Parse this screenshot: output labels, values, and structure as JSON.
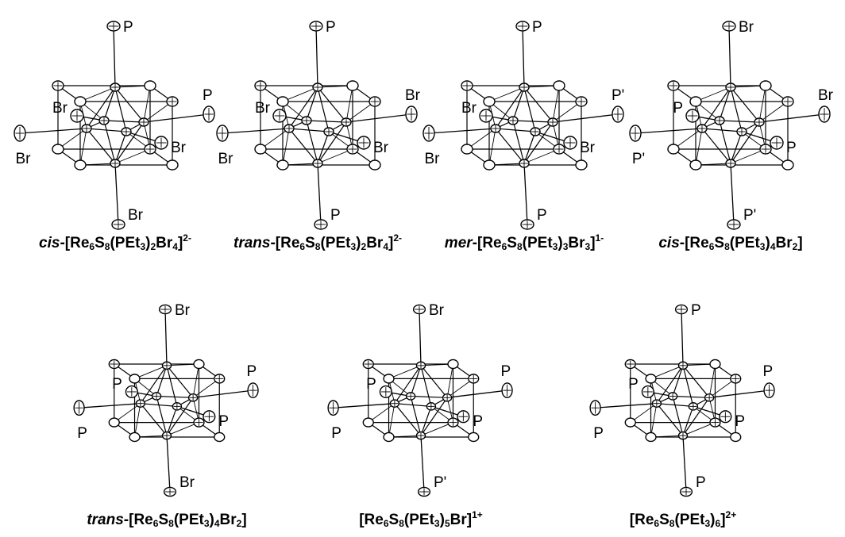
{
  "molecules": [
    {
      "caption": {
        "prefix": "cis",
        "formula": "[Re<sub>6</sub>S<sub>8</sub>(PEt<sub>3</sub>)<sub>2</sub>Br<sub>4</sub>]<sup>2-</sup>"
      },
      "labels": {
        "top": "P",
        "bottom": "Br",
        "leftInner": "Br",
        "leftOuter": "Br",
        "rightInner": "P",
        "rightOuter": "Br"
      }
    },
    {
      "caption": {
        "prefix": "trans",
        "formula": "[Re<sub>6</sub>S<sub>8</sub>(PEt<sub>3</sub>)<sub>2</sub>Br<sub>4</sub>]<sup>2-</sup>"
      },
      "labels": {
        "top": "P",
        "bottom": "P",
        "leftInner": "Br",
        "leftOuter": "Br",
        "rightInner": "Br",
        "rightOuter": "Br"
      }
    },
    {
      "caption": {
        "prefix": "mer",
        "formula": "[Re<sub>6</sub>S<sub>8</sub>(PEt<sub>3</sub>)<sub>3</sub>Br<sub>3</sub>]<sup>1-</sup>"
      },
      "labels": {
        "top": "P",
        "bottom": "P",
        "leftInner": "Br",
        "leftOuter": "Br",
        "rightInner": "P'",
        "rightOuter": "Br"
      }
    },
    {
      "caption": {
        "prefix": "cis",
        "formula": "[Re<sub>6</sub>S<sub>8</sub>(PEt<sub>3</sub>)<sub>4</sub>Br<sub>2</sub>]"
      },
      "labels": {
        "top": "Br",
        "bottom": "P'",
        "leftInner": "P",
        "leftOuter": "P'",
        "rightInner": "Br",
        "rightOuter": "P"
      }
    },
    {
      "caption": {
        "prefix": "trans",
        "formula": "[Re<sub>6</sub>S<sub>8</sub>(PEt<sub>3</sub>)<sub>4</sub>Br<sub>2</sub>]"
      },
      "labels": {
        "top": "Br",
        "bottom": "Br",
        "leftInner": "P",
        "leftOuter": "P",
        "rightInner": "P",
        "rightOuter": "P"
      }
    },
    {
      "caption": {
        "prefix": "",
        "formula": "[Re<sub>6</sub>S<sub>8</sub>(PEt<sub>3</sub>)<sub>5</sub>Br]<sup>1+</sup>"
      },
      "labels": {
        "top": "Br",
        "bottom": "P'",
        "leftInner": "P",
        "leftOuter": "P",
        "rightInner": "P",
        "rightOuter": "P"
      }
    },
    {
      "caption": {
        "prefix": "",
        "formula": "[Re<sub>6</sub>S<sub>8</sub>(PEt<sub>3</sub>)<sub>6</sub>]<sup>2+</sup>"
      },
      "labels": {
        "top": "P",
        "bottom": "P",
        "leftInner": "P",
        "leftOuter": "P",
        "rightInner": "P",
        "rightOuter": "P"
      }
    }
  ]
}
